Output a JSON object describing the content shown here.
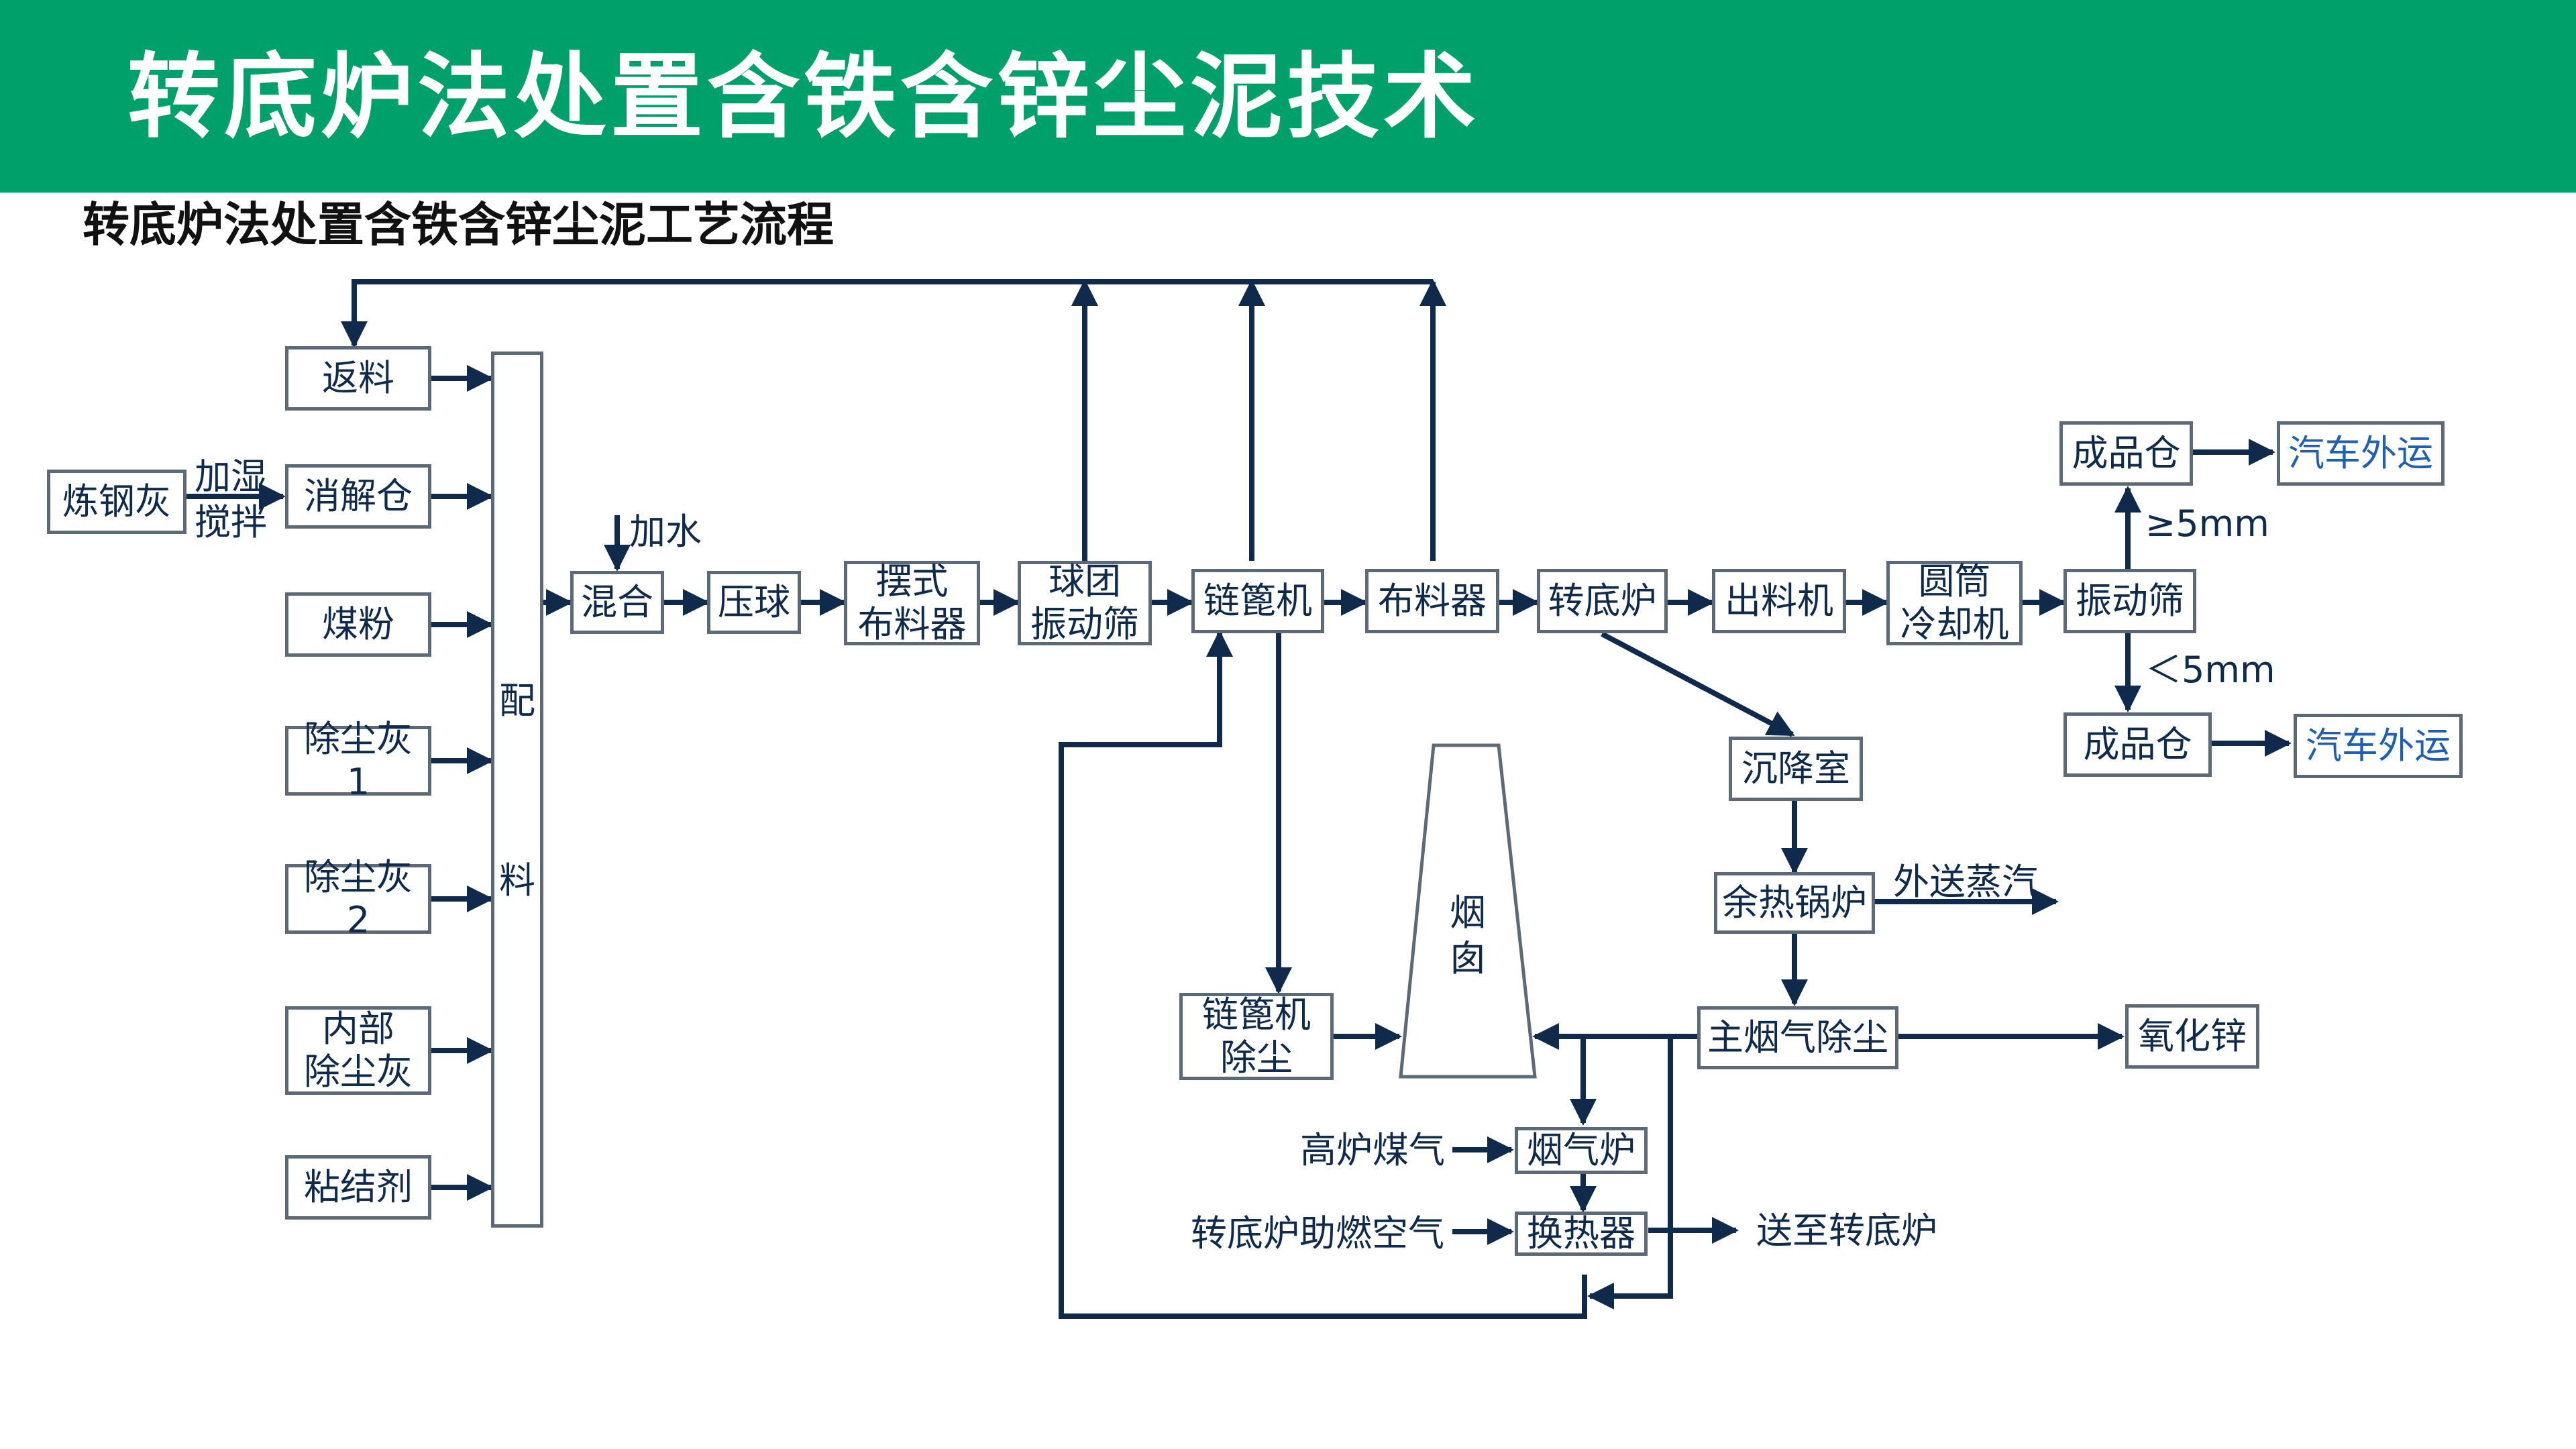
{
  "title": "转底炉法处置含铁含锌尘泥技术",
  "subtitle": "转底炉法处置含铁含锌尘泥工艺流程",
  "colors": {
    "header": "#00a06a",
    "line": "#0f2a4a",
    "box_border": "#5e6978",
    "highlight_text": "#1f5fb0"
  },
  "nodes": {
    "fanliao": "返料",
    "liangganghui": "炼钢灰",
    "xiaojiecang": "消解仓",
    "meifen": "煤粉",
    "chuchenhui1": "除尘灰\n1",
    "chuchenhui2": "除尘灰\n2",
    "neibuchuchenhui": "内部\n除尘灰",
    "zhanjieji": "粘结剂",
    "peiliao_top": "配",
    "peiliao_bottom": "料",
    "hunhe": "混合",
    "yaqiu": "压球",
    "baishi": "摆式\n布料器",
    "qiutuan": "球团\n振动筛",
    "lianbiji": "链篦机",
    "buliaoqi": "布料器",
    "zhuandilu": "转底炉",
    "chuliaoji": "出料机",
    "yuantong": "圆筒\n冷却机",
    "zhendongshai": "振动筛",
    "chengpincang_top": "成品仓",
    "chengpincang_bottom": "成品仓",
    "qiche_top": "汽车外运",
    "qiche_bottom": "汽车外运",
    "chenjiangshi": "沉降室",
    "yurelu": "余热锅炉",
    "zhuyanqi": "主烟气除尘",
    "yanghuaxin": "氧化锌",
    "lianbiji_chuchen": "链篦机\n除尘",
    "yancong_1": "烟",
    "yancong_2": "囱",
    "yanqilu": "烟气炉",
    "huanreqi": "换热器"
  },
  "labels": {
    "jiashi": "加湿",
    "jiaoban": "搅拌",
    "jiashui": "加水",
    "gt5mm": "≥5mm",
    "lt5mm": "＜5mm",
    "waisongzhengqi": "外送蒸汽",
    "gaolumeiqi": "高炉煤气",
    "zhuandilu_kongqi": "转底炉助燃空气",
    "songzhi": "送至转底炉"
  }
}
